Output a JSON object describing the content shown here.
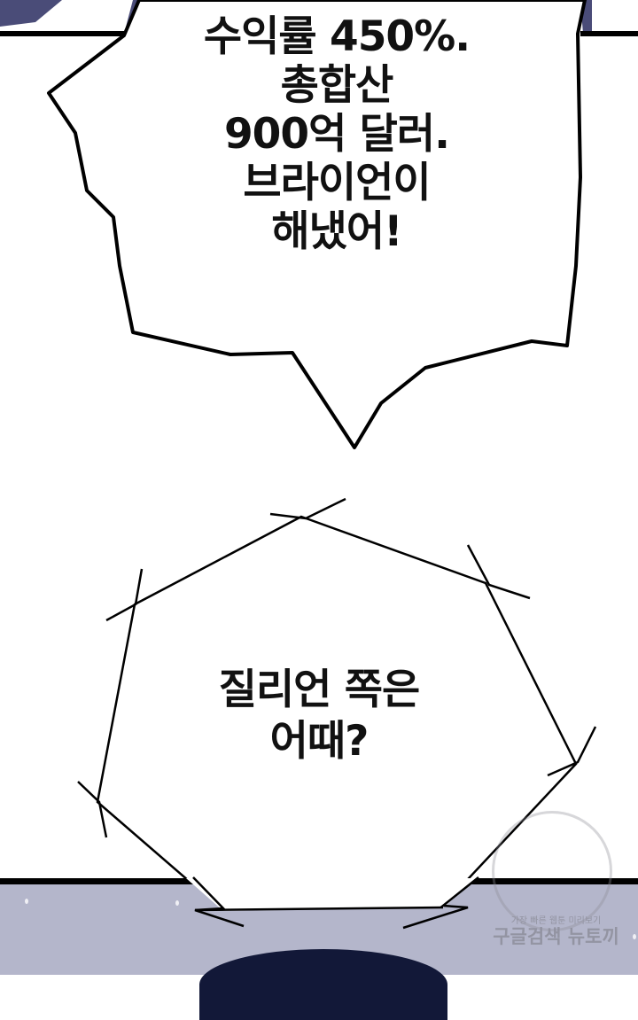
{
  "panel1": {
    "speech_lines": [
      "수익률 450%.",
      "총합산",
      "900억 달러.",
      "브라이언이",
      "해냈어!"
    ]
  },
  "panel2": {
    "speech_lines": [
      "질리언 쪽은",
      "어때?"
    ]
  },
  "watermark": {
    "tagline": "가장 빠른 웹툰 미리보기",
    "brand": "구글검색 뉴토끼"
  },
  "colors": {
    "panel_bg": "#b4b6cb",
    "navy": "#121838",
    "frame_blue": "#3b3d63"
  }
}
